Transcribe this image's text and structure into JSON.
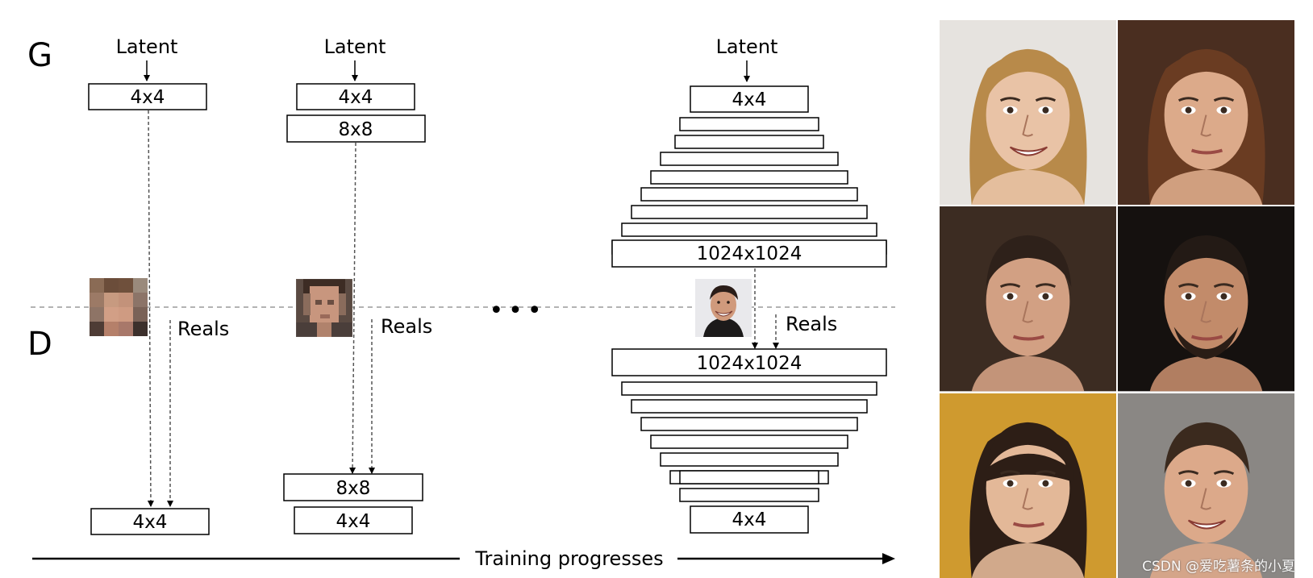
{
  "labels": {
    "generator": "G",
    "discriminator": "D",
    "latent": "Latent",
    "reals": "Reals",
    "ellipsis": "•••",
    "training": "Training progresses"
  },
  "columns": [
    {
      "g_blocks": [
        "4x4"
      ],
      "d_blocks": [
        "4x4"
      ],
      "sample": "pixelated-face-4x4"
    },
    {
      "g_blocks": [
        "4x4",
        "8x8"
      ],
      "d_blocks": [
        "8x8",
        "4x4"
      ],
      "sample": "pixelated-face-8x8"
    },
    {
      "g_blocks": [
        "4x4",
        "",
        "",
        "",
        "",
        "",
        "",
        "",
        "",
        "1024x1024"
      ],
      "d_blocks": [
        "1024x1024",
        "",
        "",
        "",
        "",
        "",
        "",
        "",
        "",
        "4x4"
      ],
      "sample": "face-1024x1024"
    }
  ],
  "gallery": [
    {
      "icon": "face-woman-blonde",
      "hair": "#b88a4a",
      "skin": "#e9c3a6",
      "bg": "#e6e3df"
    },
    {
      "icon": "face-woman-brunette",
      "hair": "#6a3c22",
      "skin": "#dcaa8a",
      "bg": "#4a2e20"
    },
    {
      "icon": "face-man-short-hair",
      "hair": "#2e211a",
      "skin": "#d2a083",
      "bg": "#3c2c22"
    },
    {
      "icon": "face-man-beard",
      "hair": "#231a15",
      "skin": "#c28b6a",
      "bg": "#15110f"
    },
    {
      "icon": "face-woman-bob",
      "hair": "#2d1e16",
      "skin": "#e3b898",
      "bg": "#cf9a2f"
    },
    {
      "icon": "face-man-smiling",
      "hair": "#3b2a1e",
      "skin": "#dca98a",
      "bg": "#8a8784"
    }
  ],
  "watermark": "CSDN @爱吃薯条的小夏",
  "colors": {
    "line": "#000000",
    "dashed": "#9a9a9a"
  }
}
